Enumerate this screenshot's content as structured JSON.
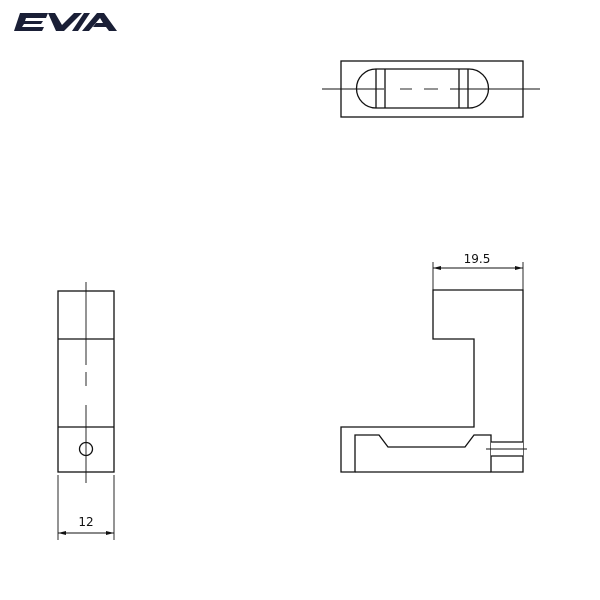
{
  "logo": {
    "text": "EVIA",
    "color": "#1a1f36"
  },
  "dimensions": {
    "section_width": "19.5",
    "side_width": "12"
  },
  "colors": {
    "line": "#111111",
    "background": "#ffffff"
  }
}
